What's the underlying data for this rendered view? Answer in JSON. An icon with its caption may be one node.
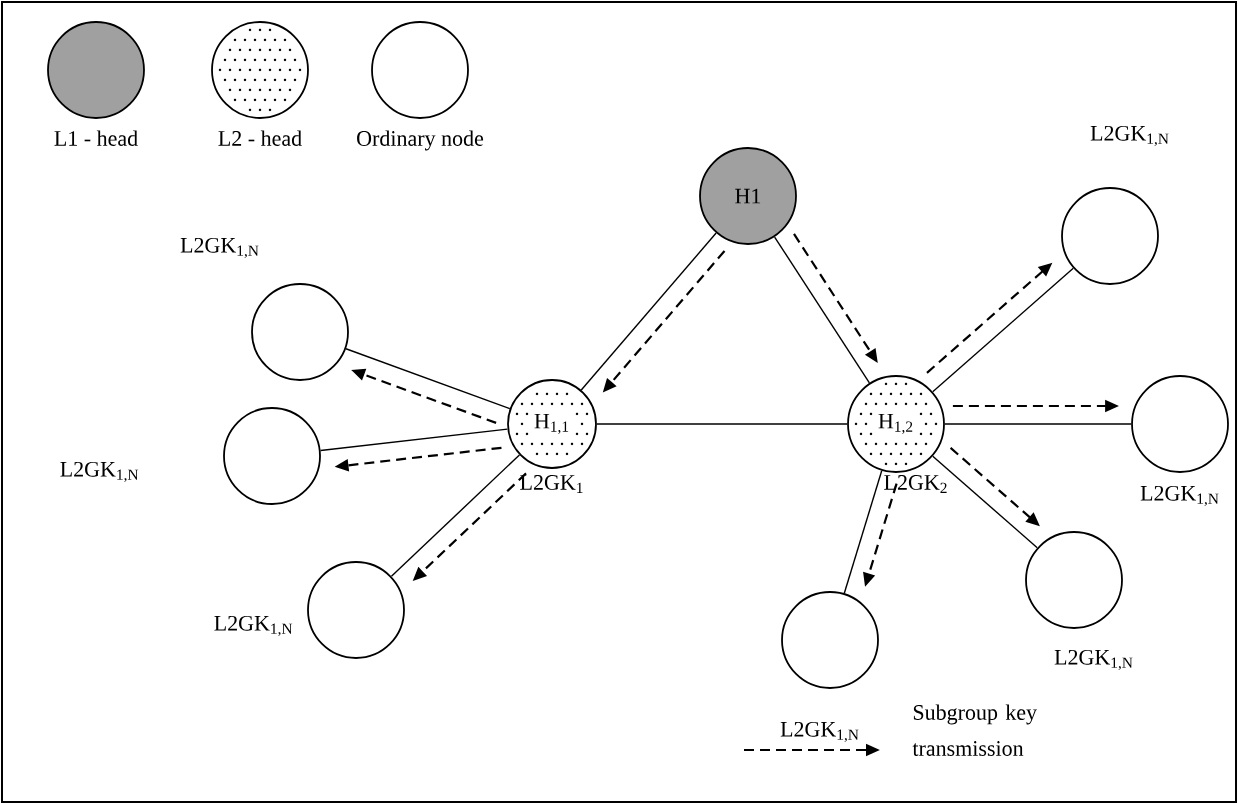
{
  "diagram": {
    "nodes": [
      {
        "text": [
          "H1"
        ]
      },
      {
        "text": [
          "H$_{1,1}$"
        ],
        "beside": [
          "L2GK$_{1}$"
        ]
      },
      {
        "text": [
          "H$_{1,2}$"
        ],
        "beside": [
          "L2GK$_{2}$"
        ]
      },
      {
        "text": [],
        "shape": "circle",
        "beside": [
          "L2GK$_{1,N}$"
        ]
      },
      {
        "text": [],
        "shape": "circle",
        "beside": [
          "L2GK$_{1,N}$"
        ]
      },
      {
        "text": [],
        "shape": "circle",
        "beside": [
          "L2GK$_{1,N}$"
        ]
      },
      {
        "text": [],
        "shape": "circle",
        "beside": [
          "L2GK$_{1,N}$"
        ]
      },
      {
        "text": [],
        "shape": "circle",
        "beside": [
          "L2GK$_{1,N}$"
        ]
      },
      {
        "text": [],
        "shape": "circle",
        "beside": [
          "L2GK$_{1,N}$"
        ]
      },
      {
        "text": [],
        "shape": "circle",
        "beside": [
          "L2GK$_{1,N}$"
        ]
      }
    ],
    "edges": [
      {
        "from": 0,
        "to": 1,
        "arrow": "none"
      },
      {
        "from": 0,
        "to": 2,
        "arrow": "none"
      },
      {
        "from": 1,
        "to": 2,
        "arrow": "none"
      },
      {
        "from": 1,
        "to": 3,
        "arrow": "none"
      },
      {
        "from": 1,
        "to": 4,
        "arrow": "none"
      },
      {
        "from": 1,
        "to": 5,
        "arrow": "none"
      },
      {
        "from": 2,
        "to": 6,
        "arrow": "none"
      },
      {
        "from": 2,
        "to": 7,
        "arrow": "none"
      },
      {
        "from": 2,
        "to": 8,
        "arrow": "none"
      },
      {
        "from": 2,
        "to": 9,
        "arrow": "none"
      },
      {
        "from": 0,
        "to": 1,
        "arrow": "to",
        "style": "dashed"
      },
      {
        "from": 0,
        "to": 2,
        "arrow": "to",
        "style": "dashed"
      },
      {
        "from": 1,
        "to": 3,
        "arrow": "to",
        "style": "dashed"
      },
      {
        "from": 1,
        "to": 4,
        "arrow": "to",
        "style": "dashed"
      },
      {
        "from": 1,
        "to": 5,
        "arrow": "to",
        "style": "dashed"
      },
      {
        "from": 2,
        "to": 6,
        "arrow": "to",
        "style": "dashed"
      },
      {
        "from": 2,
        "to": 7,
        "arrow": "to",
        "style": "dashed"
      },
      {
        "from": 2,
        "to": 8,
        "arrow": "to",
        "style": "dashed"
      },
      {
        "from": 2,
        "to": 9,
        "arrow": "to",
        "style": "dashed"
      }
    ],
    "legend": [
      {
        "text": "L1 - head",
        "color": "#a0a0a0"
      },
      {
        "text": "L2 - head"
      },
      {
        "text": "Ordinary node"
      },
      {
        "text": "Subgroup key transmission"
      }
    ]
  }
}
